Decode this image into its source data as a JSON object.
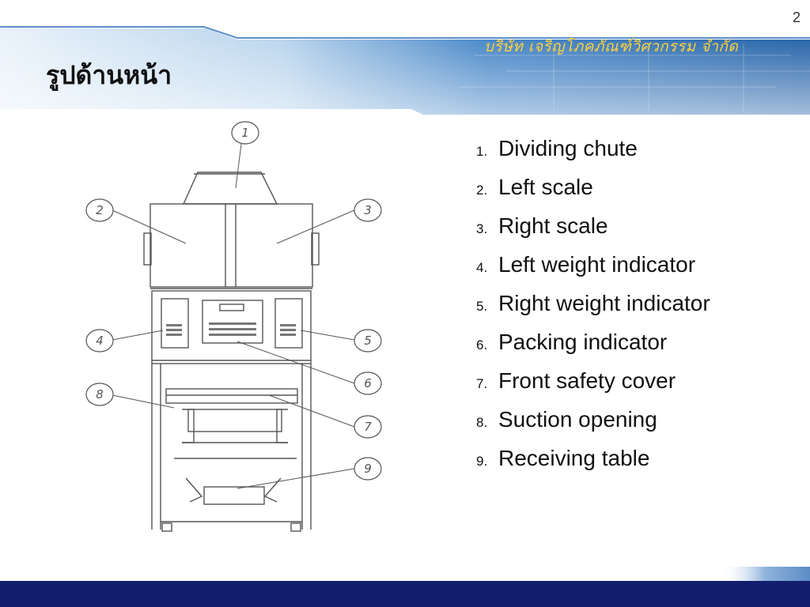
{
  "header": {
    "page_number": "2",
    "company_name": "บริษัท  เจริญโภคภัณฑ์วิศวกรรม  จำกัด",
    "title": "รูปด้านหน้า"
  },
  "drawing": {
    "callouts": [
      "1",
      "2",
      "3",
      "4",
      "5",
      "6",
      "7",
      "8",
      "9"
    ]
  },
  "legend": {
    "items": [
      {
        "num": "1.",
        "label": "Dividing chute"
      },
      {
        "num": "2.",
        "label": "Left scale"
      },
      {
        "num": "3.",
        "label": "Right scale"
      },
      {
        "num": "4.",
        "label": "Left weight indicator"
      },
      {
        "num": "5.",
        "label": "Right weight indicator"
      },
      {
        "num": "6.",
        "label": "Packing indicator"
      },
      {
        "num": "7.",
        "label": "Front safety cover"
      },
      {
        "num": "8.",
        "label": "Suction opening"
      },
      {
        "num": "9.",
        "label": "Receiving table"
      }
    ]
  },
  "colors": {
    "header_blue": "#1d5fa8",
    "header_light": "#cfe3f5",
    "company_text": "#ffd23a",
    "footer_navy": "#141e6e"
  }
}
